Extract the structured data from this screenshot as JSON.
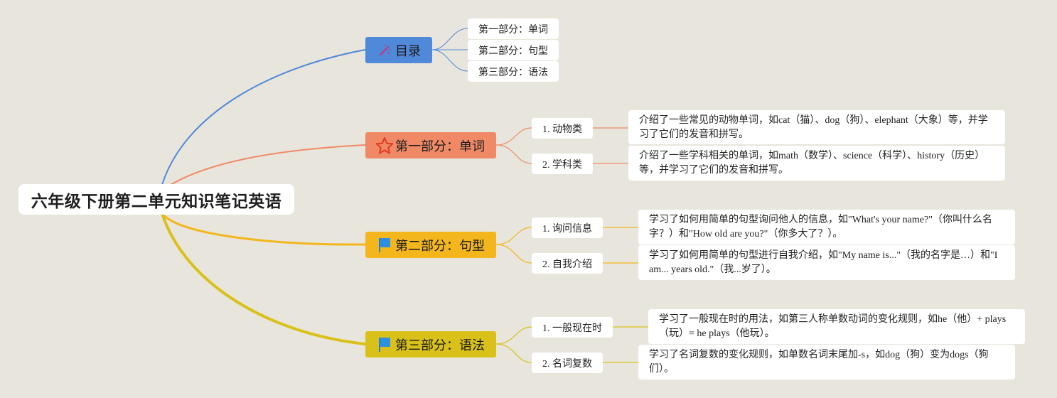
{
  "root": {
    "title": "六年级下册第二单元知识笔记英语"
  },
  "toc": {
    "label": "目录",
    "icon": "magic-wand-icon",
    "color": "#5089d9",
    "items": [
      "第一部分：单词",
      "第二部分：句型",
      "第三部分：语法"
    ]
  },
  "words": {
    "label": "第一部分：单词",
    "icon": "star-icon",
    "color": "#f08a66",
    "items": [
      {
        "label": "1. 动物类",
        "desc": "介绍了一些常见的动物单词，如cat（猫）、dog（狗）、elephant（大象）等，并学习了它们的发音和拼写。"
      },
      {
        "label": "2. 学科类",
        "desc": "介绍了一些学科相关的单词，如math（数学）、science（科学）、history（历史）等，并学习了它们的发音和拼写。"
      }
    ]
  },
  "sentences": {
    "label": "第二部分：句型",
    "icon": "flag-icon",
    "color": "#f3b61d",
    "items": [
      {
        "label": "1. 询问信息",
        "desc": "学习了如何用简单的句型询问他人的信息，如\"What's your name?\"（你叫什么名字？）和\"How old are you?\"（你多大了？）。"
      },
      {
        "label": "2. 自我介绍",
        "desc": "学习了如何用简单的句型进行自我介绍，如\"My name is...\"（我的名字是…）和\"I am... years old.\"（我...岁了）。"
      }
    ]
  },
  "grammar": {
    "label": "第三部分：语法",
    "icon": "flag-icon",
    "color": "#d9c11a",
    "items": [
      {
        "label": "1. 一般现在时",
        "desc": "学习了一般现在时的用法，如第三人称单数动词的变化规则，如he（他）+ plays（玩）= he plays（他玩）。"
      },
      {
        "label": "2. 名词复数",
        "desc": "学习了名词复数的变化规则，如单数名词末尾加-s，如dog（狗）变为dogs（狗们）。"
      }
    ]
  }
}
